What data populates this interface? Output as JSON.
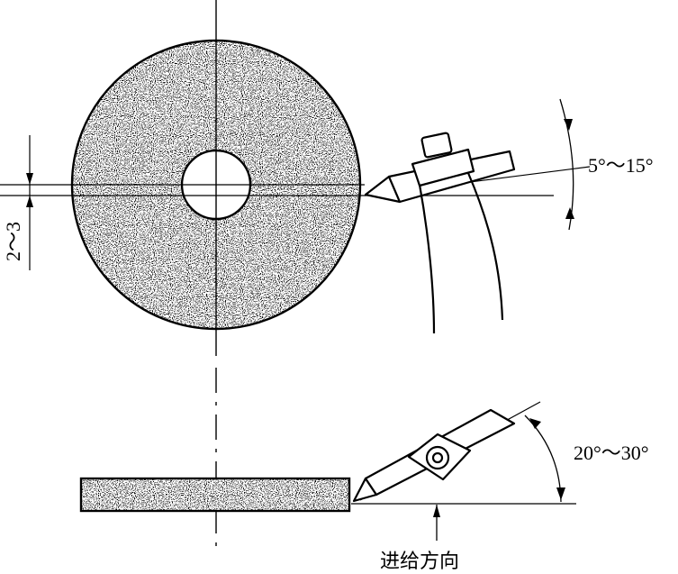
{
  "labels": {
    "top_angle": "5°～15°",
    "offset": "2～3",
    "bottom_angle": "20°～30°",
    "feed_direction": "进给方向"
  },
  "colors": {
    "ink": "#000000",
    "background": "#ffffff"
  }
}
